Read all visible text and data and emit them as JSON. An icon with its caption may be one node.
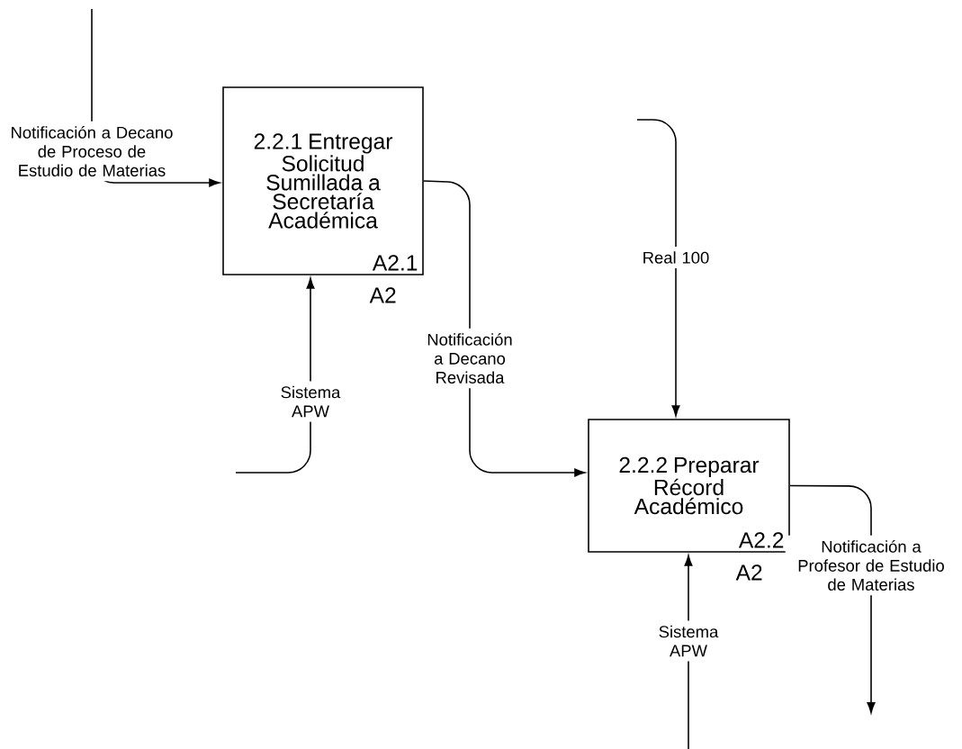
{
  "diagram": {
    "nodes": [
      {
        "text": [
          "2.2.1 Entregar Solicitud Sumillada a Secretaría Académica",
          "A2.1"
        ],
        "beside": [
          "A2"
        ]
      },
      {
        "text": [
          "2.2.2 Preparar Récord Académico",
          "A2.2"
        ],
        "beside": [
          "A2"
        ]
      }
    ],
    "edges": [
      {
        "from": null,
        "to": 0,
        "arrow": "to",
        "label": "Notificación a Decano de Proceso de Estudio de Materias"
      },
      {
        "from": 0,
        "to": 1,
        "arrow": "to",
        "label": "Notificación a Decano Revisada"
      },
      {
        "from": null,
        "to": 0,
        "arrow": "to",
        "label": "Sistema APW"
      },
      {
        "from": null,
        "to": 1,
        "arrow": "to",
        "label": "Real 100"
      },
      {
        "from": null,
        "to": 1,
        "arrow": "to",
        "label": "Sistema APW"
      },
      {
        "from": 1,
        "to": null,
        "arrow": "to",
        "label": "Notificación a Profesor de Estudio de Materias"
      }
    ]
  }
}
